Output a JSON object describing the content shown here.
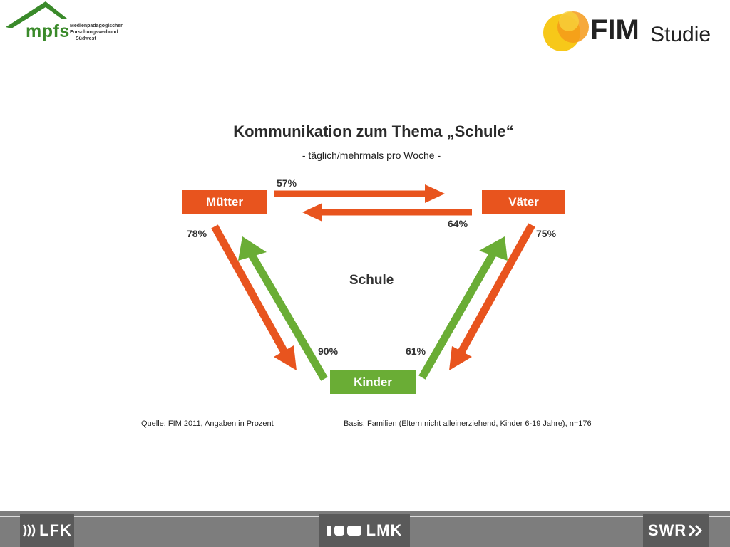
{
  "header": {
    "mpfs": {
      "wordmark": "mpfs",
      "lines": [
        "Medienpädagogischer",
        "Forschungsverbund",
        "Südwest"
      ],
      "color": "#3a8a2a"
    },
    "fim": {
      "word": "FIM",
      "studie": "Studie",
      "circle_color": "#f6b21b"
    }
  },
  "title": "Kommunikation zum Thema „Schule“",
  "subtitle": "- täglich/mehrmals pro Woche -",
  "diagram": {
    "nodes": {
      "mutter": "Mütter",
      "vater": "Väter",
      "kinder": "Kinder"
    },
    "center": "Schule",
    "links": [
      {
        "from": "Mütter",
        "to": "Väter",
        "value": "57%",
        "color": "#e8541e"
      },
      {
        "from": "Väter",
        "to": "Mütter",
        "value": "64%",
        "color": "#e8541e"
      },
      {
        "from": "Mütter",
        "to": "Kinder",
        "value": "78%",
        "color": "#e8541e"
      },
      {
        "from": "Kinder",
        "to": "Mütter",
        "value": "90%",
        "color": "#6aad35"
      },
      {
        "from": "Väter",
        "to": "Kinder",
        "value": "75%",
        "color": "#e8541e"
      },
      {
        "from": "Kinder",
        "to": "Väter",
        "value": "61%",
        "color": "#6aad35"
      }
    ],
    "colors": {
      "parent": "#e8541e",
      "child": "#6aad35"
    }
  },
  "notes": {
    "source": "Quelle: FIM 2011,  Angaben in Prozent",
    "basis": "Basis: Familien (Eltern nicht alleinerziehend, Kinder 6-19 Jahre), n=176"
  },
  "footer": {
    "sponsors": [
      "LFK",
      "LMK",
      "SWR"
    ]
  }
}
